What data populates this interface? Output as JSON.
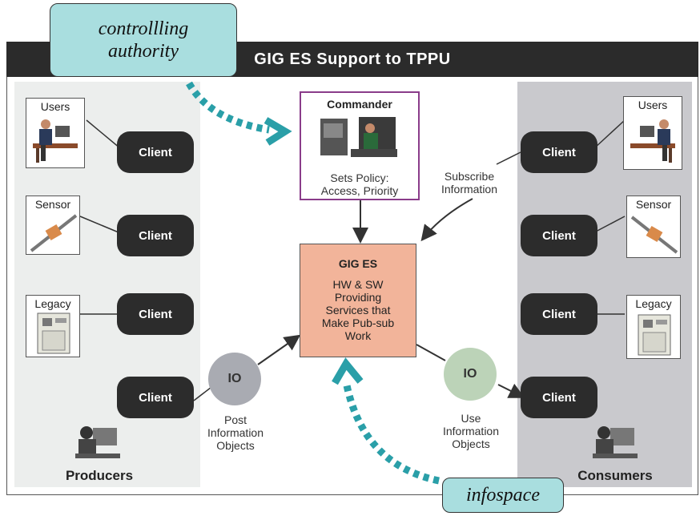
{
  "title": "GIG ES Support to TPPU",
  "callouts": {
    "top": "controllling\nauthority",
    "bottom": "infospace"
  },
  "producers": {
    "label": "Producers",
    "sources": [
      "Users",
      "Sensor",
      "Legacy"
    ],
    "clients": [
      "Client",
      "Client",
      "Client",
      "Client"
    ]
  },
  "consumers": {
    "label": "Consumers",
    "sources": [
      "Users",
      "Sensor",
      "Legacy"
    ],
    "clients": [
      "Client",
      "Client",
      "Client",
      "Client"
    ]
  },
  "commander": {
    "title": "Commander",
    "caption": "Sets Policy:\nAccess, Priority"
  },
  "gig": {
    "title": "GIG ES",
    "body": "HW & SW\nProviding\nServices that\nMake Pub-sub\nWork"
  },
  "io_left": {
    "label": "IO",
    "caption": "Post\nInformation\nObjects"
  },
  "io_right": {
    "label": "IO",
    "caption": "Use\nInformation\nObjects"
  },
  "subscribe": "Subscribe\nInformation",
  "colors": {
    "callout": "#a9dedf",
    "gig": "#f2b49a",
    "commander_border": "#8a3c8a",
    "dotted_arrow": "#2a9fa8",
    "io_left": "#a9abb2",
    "io_right": "#bcd3b8"
  }
}
